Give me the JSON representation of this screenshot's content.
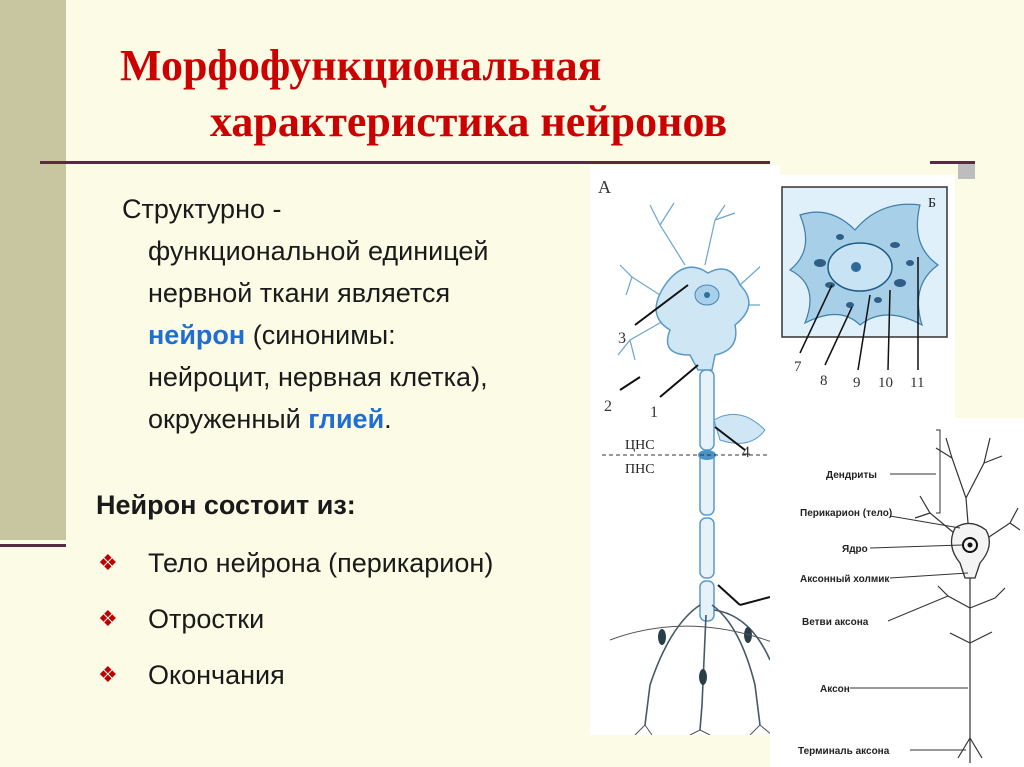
{
  "title": {
    "line1": "Морфофункциональная",
    "line2": "характеристика нейронов"
  },
  "intro": {
    "l1": "Структурно -",
    "l2": "функциональной единицей",
    "l3": "нервной ткани является",
    "l4_highlight": "нейрон",
    "l4_rest": " (синонимы:",
    "l5": "нейроцит, нервная клетка),",
    "l6_prefix": "окруженный ",
    "l6_highlight": "глией",
    "l6_suffix": "."
  },
  "composed_heading": "Нейрон состоит из:",
  "bullet_glyph": "❖",
  "bullets": [
    "Тело нейрона (перикарион)",
    "Отростки",
    "Окончания"
  ],
  "figure_a": {
    "label": "А",
    "numbers": [
      "3",
      "2",
      "1",
      "4"
    ],
    "cns": "ЦНС",
    "pns": "ПНС"
  },
  "figure_b": {
    "label": "Б",
    "numbers": [
      "7",
      "8",
      "9",
      "10",
      "11"
    ]
  },
  "figure_c": {
    "labels": [
      "Дендриты",
      "Перикарион (тело)",
      "Ядро",
      "Аксонный холмик",
      "Ветви аксона",
      "Аксон",
      "Терминаль аксона"
    ]
  },
  "colors": {
    "title": "#cc0000",
    "highlight": "#1f6fd1",
    "bullet": "#c00000",
    "cell_fill": "#cfe6f5",
    "cell_stroke": "#5b9ac6"
  }
}
